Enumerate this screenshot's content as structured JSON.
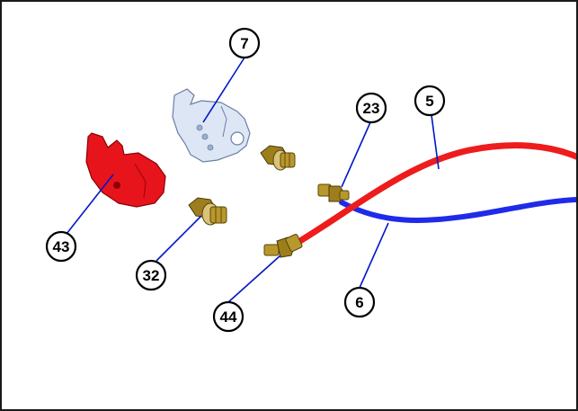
{
  "diagram": {
    "colors": {
      "red_hose": "#ee1c1c",
      "blue_hose": "#1f2be8",
      "leader_line": "#0018c8",
      "brass": "#b8972c",
      "bracket_red": "#e8141c",
      "bracket_ghost": "#dde6f5"
    },
    "callouts": [
      {
        "id": "callout-7",
        "label": "7"
      },
      {
        "id": "callout-23",
        "label": "23"
      },
      {
        "id": "callout-5",
        "label": "5"
      },
      {
        "id": "callout-43",
        "label": "43"
      },
      {
        "id": "callout-32",
        "label": "32"
      },
      {
        "id": "callout-44",
        "label": "44"
      },
      {
        "id": "callout-6",
        "label": "6"
      }
    ]
  }
}
